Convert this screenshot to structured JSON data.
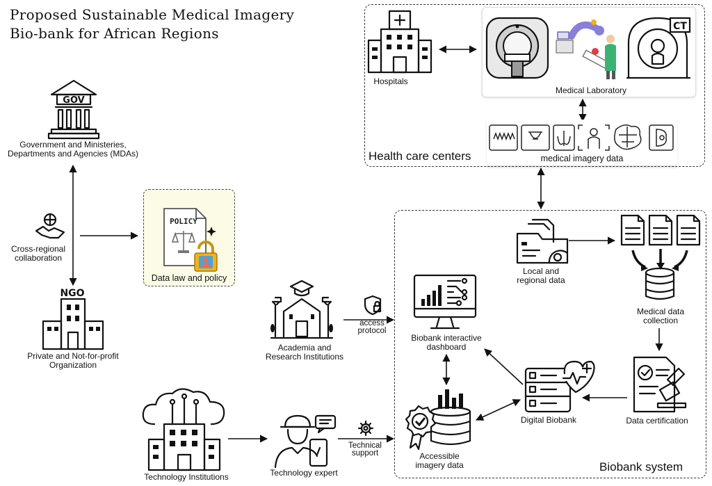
{
  "title": {
    "line1": "Proposed Sustainable Medical Imagery",
    "line2": "Bio-bank for African Regions"
  },
  "nodes": {
    "gov": {
      "label_line1": "Government and Ministeries,",
      "label_line2": "Departments and Agencies (MDAs)",
      "icon_text": "GOV"
    },
    "cross": {
      "label_line1": "Cross-regional",
      "label_line2": "collaboration"
    },
    "ngo": {
      "label_line1": "Private and Not-for-profit",
      "label_line2": "Organization",
      "icon_text": "NGO"
    },
    "policy": {
      "label": "Data law and policy",
      "icon_text": "POLICY"
    },
    "academia": {
      "label_line1": "Academia and",
      "label_line2": "Research Institutions"
    },
    "tech_inst": {
      "label": "Technology Institutions"
    },
    "tech_expert": {
      "label": "Technology expert"
    },
    "hospitals": {
      "label": "Hospitals"
    },
    "med_lab": {
      "label": "Medical Laboratory",
      "ct_text": "CT"
    },
    "imagery": {
      "label": "medical imagery data"
    },
    "local": {
      "label_line1": "Local and",
      "label_line2": "regional data"
    },
    "collection": {
      "label_line1": "Medical data",
      "label_line2": "collection"
    },
    "certification": {
      "label": "Data certification"
    },
    "digital_biobank": {
      "label": "Digital Biobank"
    },
    "dashboard": {
      "label_line1": "Biobank interactive",
      "label_line2": "dashboard"
    },
    "accessible": {
      "label_line1": "Accessible",
      "label_line2": "imagery data"
    }
  },
  "edges": {
    "access": {
      "line1": "access",
      "line2": "protocol"
    },
    "support": {
      "line1": "Technical",
      "line2": "support"
    }
  },
  "regions": {
    "health": "Health care centers",
    "biobank": "Biobank system"
  },
  "colors": {
    "policy_bg": "#fbfbe6",
    "lock": "#f2b21a",
    "person": "#e76f51",
    "lab_green": "#3bb273",
    "lab_purple": "#8a7fd8",
    "lab_red": "#e63946"
  }
}
